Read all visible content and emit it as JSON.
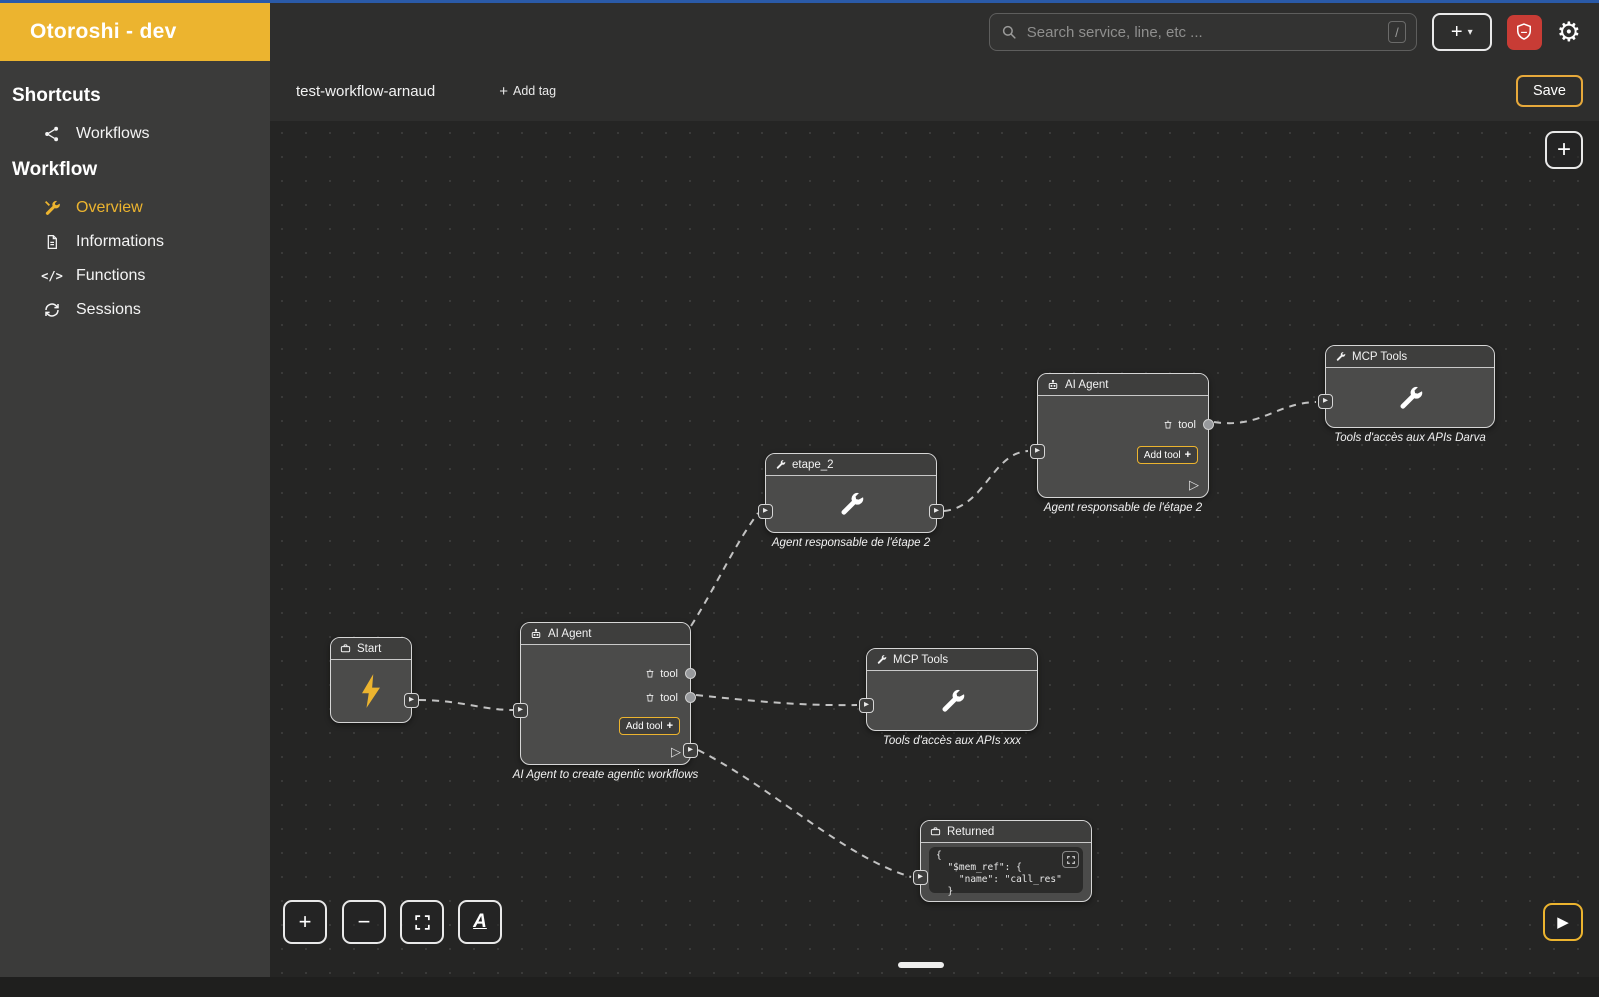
{
  "colors": {
    "accent_yellow": "#ecb42f",
    "danger_red": "#c83c35",
    "canvas_bg": "#252524",
    "sidebar_bg": "#3b3b3a"
  },
  "header": {
    "logo_text": "Otoroshi - dev",
    "search_placeholder": "Search service, line, etc ...",
    "search_shortcut_hint": "/",
    "add_button_label": "+",
    "add_button_caret": "▾",
    "gear_glyph": "⚙"
  },
  "sidebar": {
    "sections": [
      {
        "title": "Shortcuts",
        "items": [
          {
            "label": "Workflows"
          }
        ]
      },
      {
        "title": "Workflow",
        "items": [
          {
            "label": "Overview",
            "active": true
          },
          {
            "label": "Informations"
          },
          {
            "label": "Functions"
          },
          {
            "label": "Sessions"
          }
        ]
      }
    ],
    "functions_icon_glyph": "</>"
  },
  "toolbar": {
    "workflow_name": "test-workflow-arnaud",
    "add_tag_plus": "+",
    "add_tag_label": "Add tag",
    "save_label": "Save"
  },
  "canvas": {
    "port_glyph": "▶",
    "add_node_button": "+",
    "zoom_in": "+",
    "zoom_out": "−",
    "font_tool": "A",
    "run_workflow_glyph": "▶",
    "nodes": {
      "start": {
        "title": "Start"
      },
      "agent_main": {
        "title": "AI Agent",
        "tools": [
          {
            "label": "tool"
          },
          {
            "label": "tool"
          }
        ],
        "add_tool_label": "Add tool",
        "add_tool_plus": "+",
        "run_glyph": "▷",
        "caption": "AI Agent to create agentic workflows"
      },
      "etape2": {
        "title": "etape_2",
        "caption": "Agent responsable de l'étape 2"
      },
      "agent2": {
        "title": "AI Agent",
        "tools": [
          {
            "label": "tool"
          }
        ],
        "add_tool_label": "Add tool",
        "add_tool_plus": "+",
        "run_glyph": "▷",
        "caption": "Agent responsable de l'étape 2"
      },
      "mcp_darva": {
        "title": "MCP Tools",
        "caption": "Tools d'accès aux APIs Darva"
      },
      "mcp_xxx": {
        "title": "MCP Tools",
        "caption": "Tools d'accès aux APIs xxx"
      },
      "returned": {
        "title": "Returned",
        "code_lines": [
          "{",
          "  \"$mem_ref\": {",
          "    \"name\": \"call_res\"",
          "  }"
        ]
      }
    },
    "connections": [
      {
        "from": "start",
        "to": "agent_main"
      },
      {
        "from": "agent_main",
        "to": "etape2"
      },
      {
        "from": "etape2",
        "to": "agent2"
      },
      {
        "from": "agent2",
        "to": "mcp_darva"
      },
      {
        "from": "agent_main",
        "to": "mcp_xxx"
      },
      {
        "from": "agent_main",
        "to": "returned"
      }
    ]
  }
}
